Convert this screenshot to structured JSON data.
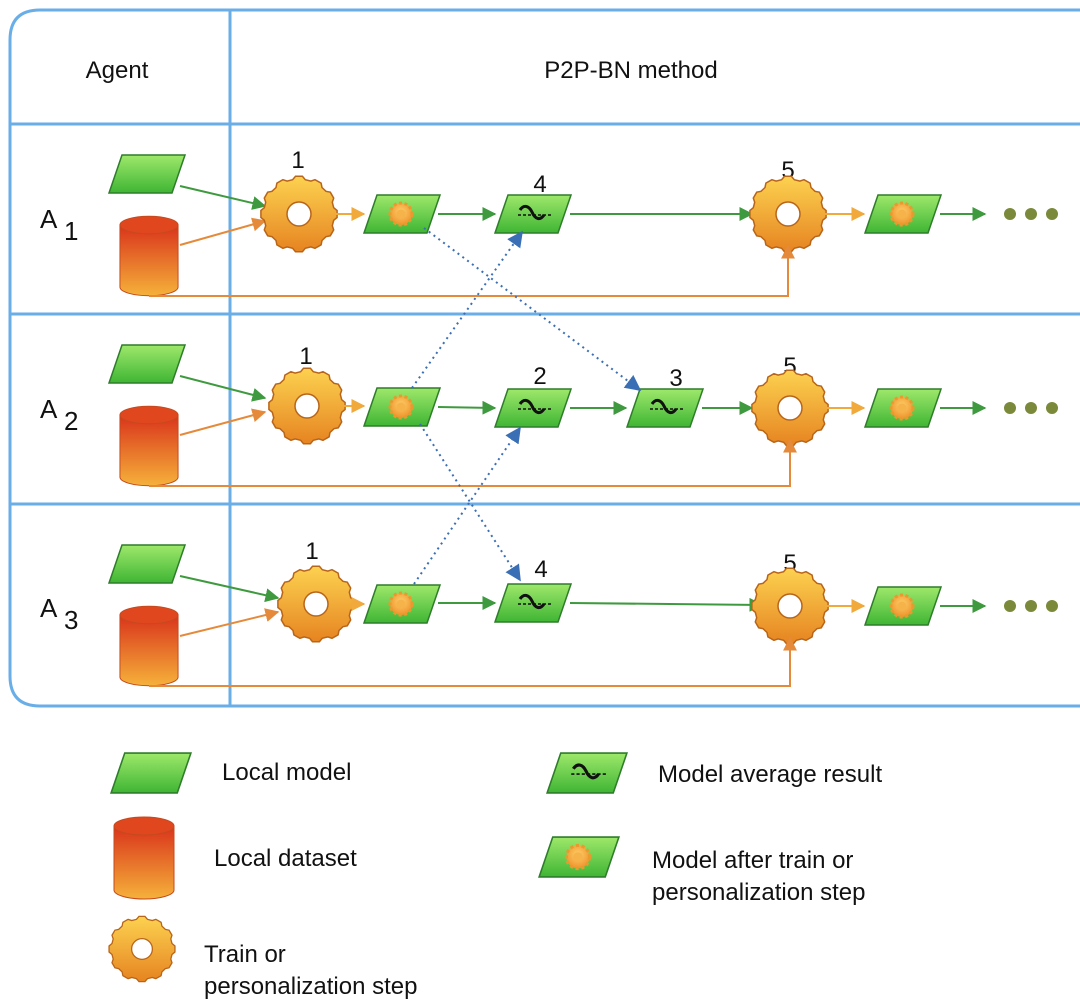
{
  "header": {
    "agent_label": "Agent",
    "method_label": "P2P-BN method"
  },
  "agents": [
    {
      "letter": "A",
      "index": "1",
      "steps": [
        "1",
        "4",
        "5"
      ]
    },
    {
      "letter": "A",
      "index": "2",
      "steps": [
        "1",
        "2",
        "3",
        "5"
      ]
    },
    {
      "letter": "A",
      "index": "3",
      "steps": [
        "1",
        "4",
        "5"
      ]
    }
  ],
  "legend": {
    "local_model": "Local model",
    "local_dataset": "Local dataset",
    "train_line1": "Train or",
    "train_line2": "personalization step",
    "avg_result": "Model average result",
    "after_line1": "Model after train or",
    "after_line2": "personalization step"
  },
  "colors": {
    "frame": "#6aaee8",
    "green_arrow": "#3f9a3f",
    "orange_arrow": "#e58a3a",
    "yellow_arrow": "#f0a93a",
    "dotted_arrow": "#3b6fb5",
    "dots": "#7a8a3a"
  },
  "icons": {
    "local_model": "green-parallelogram-icon",
    "local_dataset": "red-orange-cylinder-icon",
    "train_step": "orange-gear-icon",
    "avg_result": "averaged-model-icon",
    "trained_model": "trained-model-icon"
  }
}
